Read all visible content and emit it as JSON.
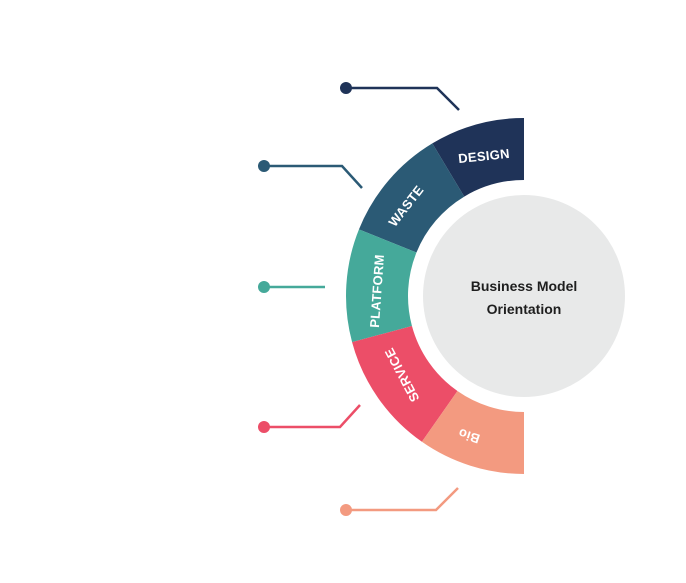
{
  "center": {
    "line1": "Business Model",
    "line2": "Orientation"
  },
  "segments": [
    {
      "label": "DESIGN",
      "color": "#1f3358"
    },
    {
      "label": "WASTE",
      "color": "#2b5a75"
    },
    {
      "label": "PLATFORM",
      "color": "#45a99a"
    },
    {
      "label": "SERVICE",
      "color": "#ec4e68"
    },
    {
      "label": "Bio",
      "color": "#f39a80"
    }
  ],
  "colors": {
    "center_fill": "#e8e9e9",
    "background": "#ffffff"
  }
}
